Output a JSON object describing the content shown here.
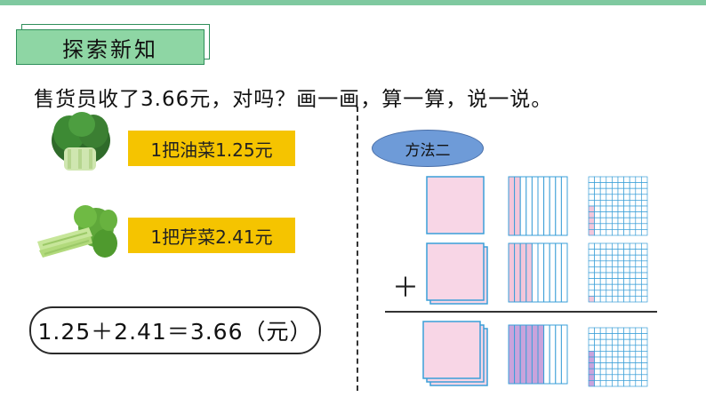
{
  "slide": {
    "title": "探索新知",
    "question": "售货员收了3.66元，对吗？画一画，算一算，说一说。",
    "items": [
      {
        "label": "1把油菜1.25元",
        "icon": "bok-choy-icon"
      },
      {
        "label": "1把芹菜2.41元",
        "icon": "celery-icon"
      }
    ],
    "equation": "1.25＋2.41＝3.66（元）",
    "method_label": "方法二",
    "plus_sign": "＋"
  },
  "colors": {
    "title_fill": "#8ed6a4",
    "tag_fill": "#f5c400",
    "badge_fill": "#6e9bd8",
    "grid_stroke": "#3a9fd8",
    "unit_fill": "#f8d6e6",
    "shade_light": "#f3c6da",
    "shade_dark": "#c9a3dc"
  },
  "model": {
    "rows": [
      {
        "ones": 1,
        "tenths": 2,
        "hundredths": 5
      },
      {
        "ones": 2,
        "tenths": 4,
        "hundredths": 1
      },
      {
        "ones": 3,
        "tenths": 6,
        "hundredths": 6
      }
    ]
  }
}
